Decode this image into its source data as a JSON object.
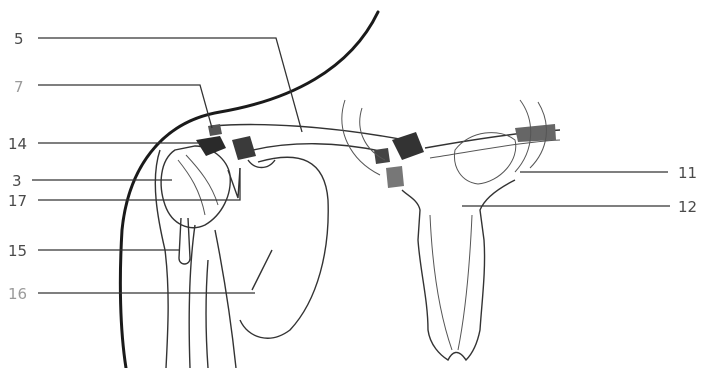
{
  "labels": {
    "l5": "5",
    "l7": "7",
    "l14": "14",
    "l3": "3",
    "l17": "17",
    "l15": "15",
    "l16": "16",
    "l11": "11",
    "l12": "12"
  }
}
